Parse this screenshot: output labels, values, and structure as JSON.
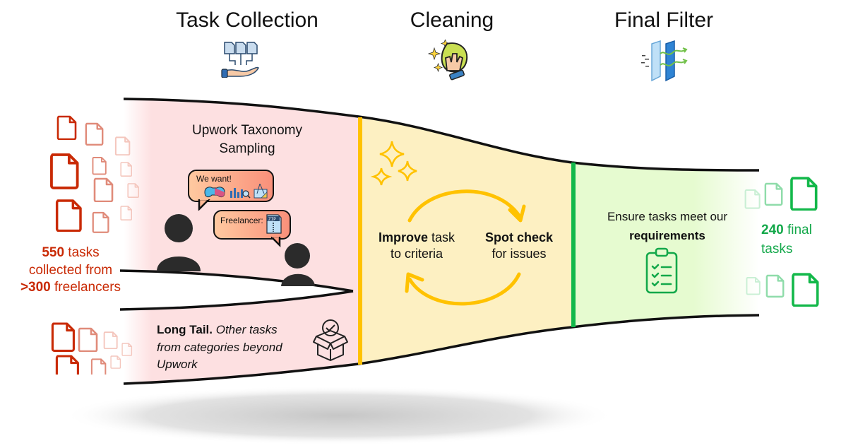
{
  "stages": [
    {
      "title": "Task Collection",
      "icon": "hand-receiving-documents-icon"
    },
    {
      "title": "Cleaning",
      "icon": "hand-wiping-sparkle-icon"
    },
    {
      "title": "Final Filter",
      "icon": "filter-panels-icon"
    }
  ],
  "colors": {
    "collection_bg": "#fde0e1",
    "cleaning_bg": "#fdf0c2",
    "filter_bg": "#e6fbd0",
    "cleaning_border": "#ffc200",
    "filter_border": "#12b84b",
    "red_text": "#c92a05",
    "green_text": "#13a84a"
  },
  "left_summary": {
    "count": "550",
    "line1_rest": " tasks",
    "line2": "collected from",
    "line3_bold": ">300",
    "line3_rest": " freelancers"
  },
  "collection": {
    "heading_line1": "Upwork Taxonomy",
    "heading_line2": "Sampling",
    "bubble_client": "We want!",
    "bubble_client_icons": [
      "gamepad-icon",
      "chart-magnifier-icon",
      "blueprint-icon"
    ],
    "bubble_freelancer": "Freelancer:",
    "bubble_freelancer_icon": "zip-file-icon",
    "long_tail_bold": "Long Tail.",
    "long_tail_italic_1": " Other tasks",
    "long_tail_italic_2": "from categories beyond",
    "long_tail_italic_3": "Upwork"
  },
  "cleaning": {
    "left_bold": "Improve",
    "left_rest": " task",
    "left_line2": "to criteria",
    "right_bold": "Spot check",
    "right_line2": "for issues"
  },
  "filter": {
    "line1": "Ensure tasks meet our",
    "line2_bold": "requirements"
  },
  "right_summary": {
    "count": "240",
    "line1_rest": " final",
    "line2": "tasks"
  }
}
